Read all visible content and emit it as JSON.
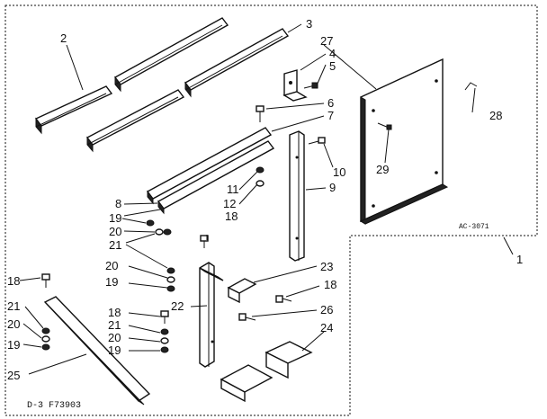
{
  "callouts": {
    "c1": "1",
    "c2": "2",
    "c3": "3",
    "c4": "4",
    "c5": "5",
    "c6": "6",
    "c7": "7",
    "c8": "8",
    "c9": "9",
    "c10": "10",
    "c11": "11",
    "c12": "12",
    "c18a": "18",
    "c18b": "18",
    "c18c": "18",
    "c18d": "18",
    "c19a": "19",
    "c19b": "19",
    "c19c": "19",
    "c19d": "19",
    "c20a": "20",
    "c20b": "20",
    "c20c": "20",
    "c20d": "20",
    "c21a": "21",
    "c21b": "21",
    "c21c": "21",
    "c22": "22",
    "c23": "23",
    "c24": "24",
    "c25": "25",
    "c26": "26",
    "c27": "27",
    "c28": "28",
    "c29": "29"
  },
  "labels": {
    "ref_code": "AC-3071",
    "drawing_code": "D-3 F73903"
  }
}
